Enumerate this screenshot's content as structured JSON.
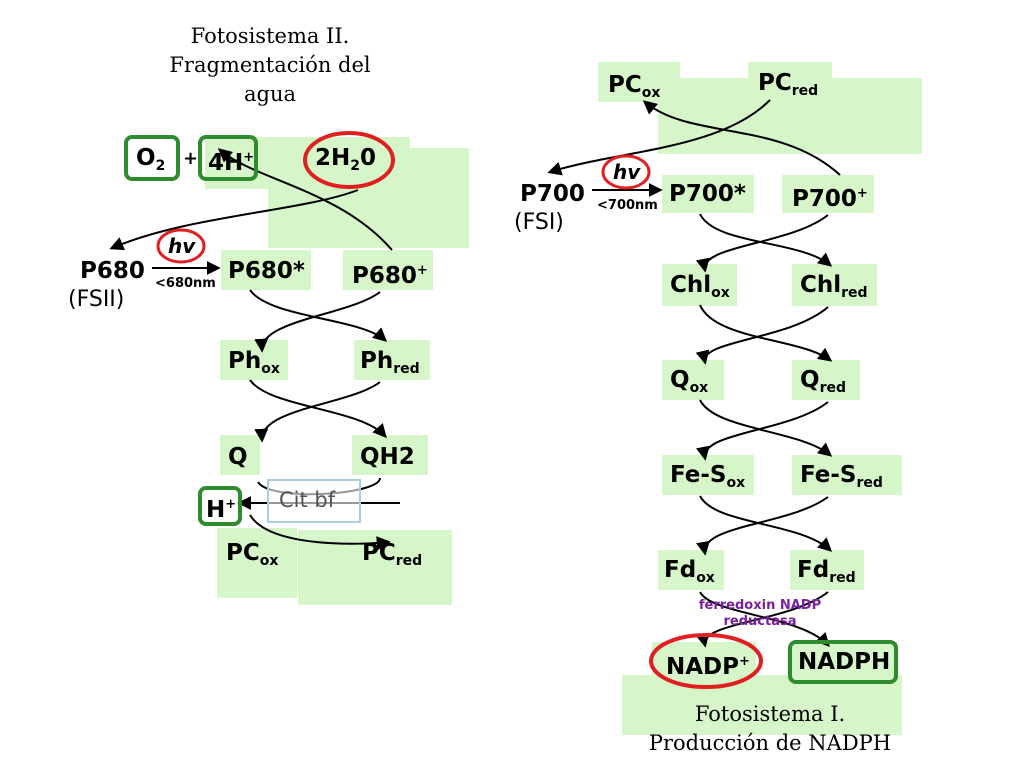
{
  "psii": {
    "title_line1": "Fotosistema II.",
    "title_line2": "Fragmentación del",
    "title_line3": "agua",
    "o2": "O",
    "o2_sub": "2",
    "plus": "+",
    "h4": "4H",
    "h4_sup": "+",
    "h2o_a": "2H",
    "h2o_sub": "2",
    "h2o_b": "0",
    "hv": "hv",
    "wavelength": "<680nm",
    "p680": "P680",
    "fsii": "(FSII)",
    "p680_star": "P680*",
    "p680_plus": "P680",
    "p680_plus_sup": "+",
    "ph": "Ph",
    "ph_ox_sub": "ox",
    "ph_red_sub": "red",
    "q": "Q",
    "qh2": "QH2",
    "h_plus": "H",
    "h_plus_sup": "+",
    "cit_bf": "Cit bf",
    "pc": "PC",
    "pc_ox_sub": "ox",
    "pc_red_sub": "red"
  },
  "psi": {
    "pc": "PC",
    "pc_ox_sub": "ox",
    "pc_red_sub": "red",
    "hv": "hv",
    "wavelength": "<700nm",
    "p700": "P700",
    "fsi": "(FSI)",
    "p700_star": "P700*",
    "p700_plus": "P700",
    "p700_plus_sup": "+",
    "chl": "Chl",
    "chl_ox_sub": "ox",
    "chl_red_sub": "red",
    "q": "Q",
    "q_ox_sub": "ox",
    "q_red_sub": "red",
    "fes": "Fe-S",
    "fes_ox_sub": "ox",
    "fes_red_sub": "red",
    "fd": "Fd",
    "fd_ox_sub": "ox",
    "fd_red_sub": "red",
    "enzyme_line1": "ferredoxin NADP",
    "enzyme_line2": "reductasa",
    "nadp": "NADP",
    "nadp_sup": "+",
    "nadph": "NADPH",
    "title_line1": "Fotosistema I.",
    "title_line2": "Producción de NADPH"
  },
  "colors": {
    "highlight_bg": "#d6f5c9",
    "red_oval": "#e02020",
    "green_box": "#2e8b2e",
    "enzyme_text": "#7b1fa2",
    "cytochrome_box": "#a8cfe0"
  }
}
